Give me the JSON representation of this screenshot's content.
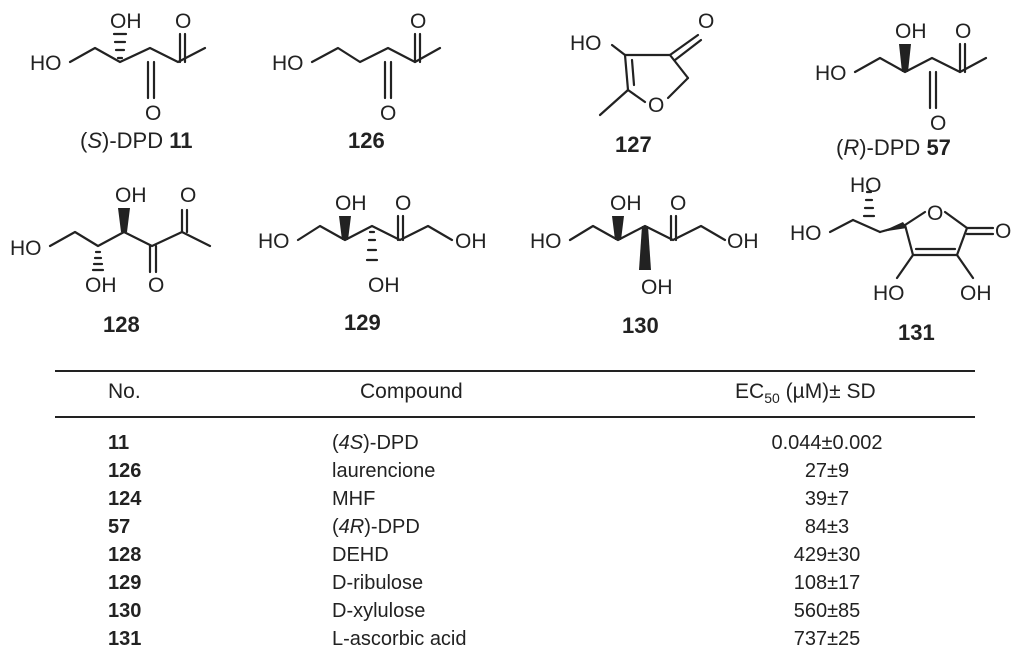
{
  "figure": {
    "structures": {
      "s11": {
        "prefix": "(",
        "stereo": "S",
        "suffix": ")-DPD ",
        "number": "11"
      },
      "s126": {
        "number": "126"
      },
      "s127": {
        "number": "127"
      },
      "s57": {
        "prefix": "(",
        "stereo": "R",
        "suffix": ")-DPD ",
        "number": "57"
      },
      "s128": {
        "number": "128"
      },
      "s129": {
        "number": "129"
      },
      "s130": {
        "number": "130"
      },
      "s131": {
        "number": "131"
      }
    },
    "atoms": {
      "OH": "OH",
      "HO": "HO",
      "O": "O"
    }
  },
  "table": {
    "headers": {
      "no": "No.",
      "compound": "Compound",
      "ec50_main": "EC",
      "ec50_sub": "50",
      "ec50_unit": " (µM)±  SD"
    },
    "rows": [
      {
        "no": "11",
        "pre": "(",
        "stereo": "4S",
        "post": ")-DPD",
        "ec50": "0.044±0.002"
      },
      {
        "no": "126",
        "pre": "laurencione",
        "stereo": "",
        "post": "",
        "ec50": "27±9"
      },
      {
        "no": "124",
        "pre": "MHF",
        "stereo": "",
        "post": "",
        "ec50": "39±7"
      },
      {
        "no": "57",
        "pre": "(",
        "stereo": "4R",
        "post": ")-DPD",
        "ec50": "84±3"
      },
      {
        "no": "128",
        "pre": "DEHD",
        "stereo": "",
        "post": "",
        "ec50": "429±30"
      },
      {
        "no": "129",
        "pre": "D-ribulose",
        "stereo": "",
        "post": "",
        "ec50": "108±17"
      },
      {
        "no": "130",
        "pre": "D-xylulose",
        "stereo": "",
        "post": "",
        "ec50": "560±85"
      },
      {
        "no": "131",
        "pre": "L-ascorbic acid",
        "stereo": "",
        "post": "",
        "ec50": "737±25"
      }
    ]
  }
}
